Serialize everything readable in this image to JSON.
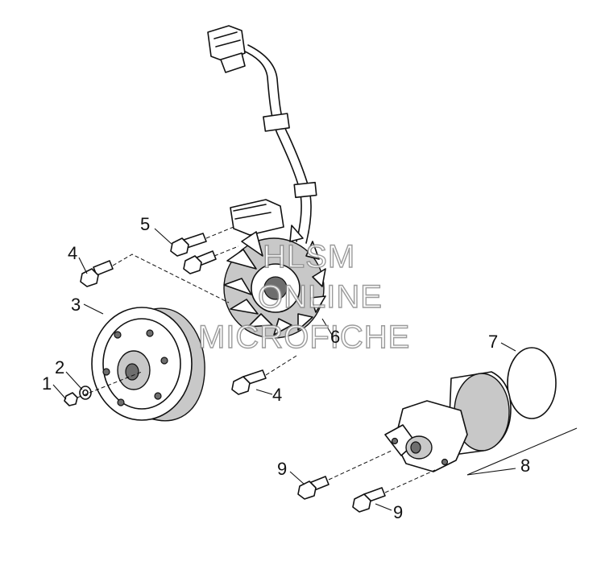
{
  "callouts": {
    "c1": "1",
    "c2": "2",
    "c3": "3",
    "c4a": "4",
    "c4b": "4",
    "c5": "5",
    "c6": "6",
    "c7": "7",
    "c8": "8",
    "c9a": "9",
    "c9b": "9"
  },
  "watermark": {
    "line1": "HLSM",
    "line2": "ONLINE",
    "line3": "MICROFICHE"
  }
}
